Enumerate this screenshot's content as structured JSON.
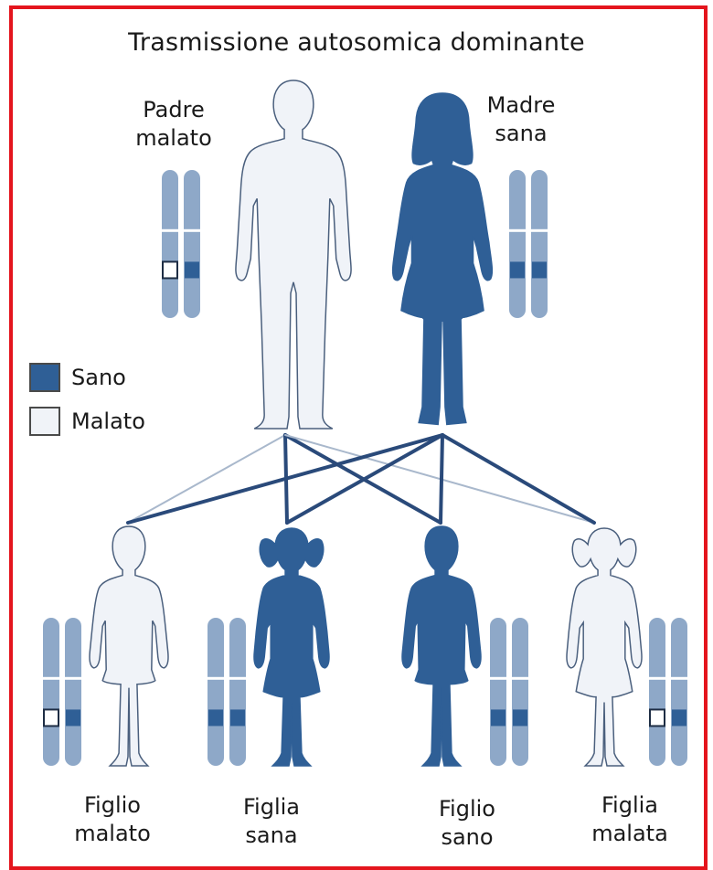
{
  "title": "Trasmissione autosomica dominante",
  "colors": {
    "frame": "#e4151d",
    "healthy": "#2f5f96",
    "affected": "#f0f3f8",
    "chromosome": "#8ea8c8",
    "line_dark": "#2a4a7a",
    "line_light": "#a9b8cc"
  },
  "legend": [
    {
      "label": "Sano",
      "color": "#2f5f96",
      "icon": "healthy-swatch"
    },
    {
      "label": "Malato",
      "color": "#f0f3f8",
      "icon": "affected-swatch"
    }
  ],
  "parents": {
    "father": {
      "line1": "Padre",
      "line2": "malato",
      "status": "malato",
      "alleles": [
        "affected",
        "healthy"
      ]
    },
    "mother": {
      "line1": "Madre",
      "line2": "sana",
      "status": "sano",
      "alleles": [
        "healthy",
        "healthy"
      ]
    }
  },
  "children": [
    {
      "line1": "Figlio",
      "line2": "malato",
      "status": "malato",
      "sex": "male",
      "alleles": [
        "affected",
        "healthy"
      ]
    },
    {
      "line1": "Figlia",
      "line2": "sana",
      "status": "sano",
      "sex": "female",
      "alleles": [
        "healthy",
        "healthy"
      ]
    },
    {
      "line1": "Figlio",
      "line2": "sano",
      "status": "sano",
      "sex": "male",
      "alleles": [
        "healthy",
        "healthy"
      ]
    },
    {
      "line1": "Figlia",
      "line2": "malata",
      "status": "malato",
      "sex": "female",
      "alleles": [
        "affected",
        "healthy"
      ]
    }
  ]
}
